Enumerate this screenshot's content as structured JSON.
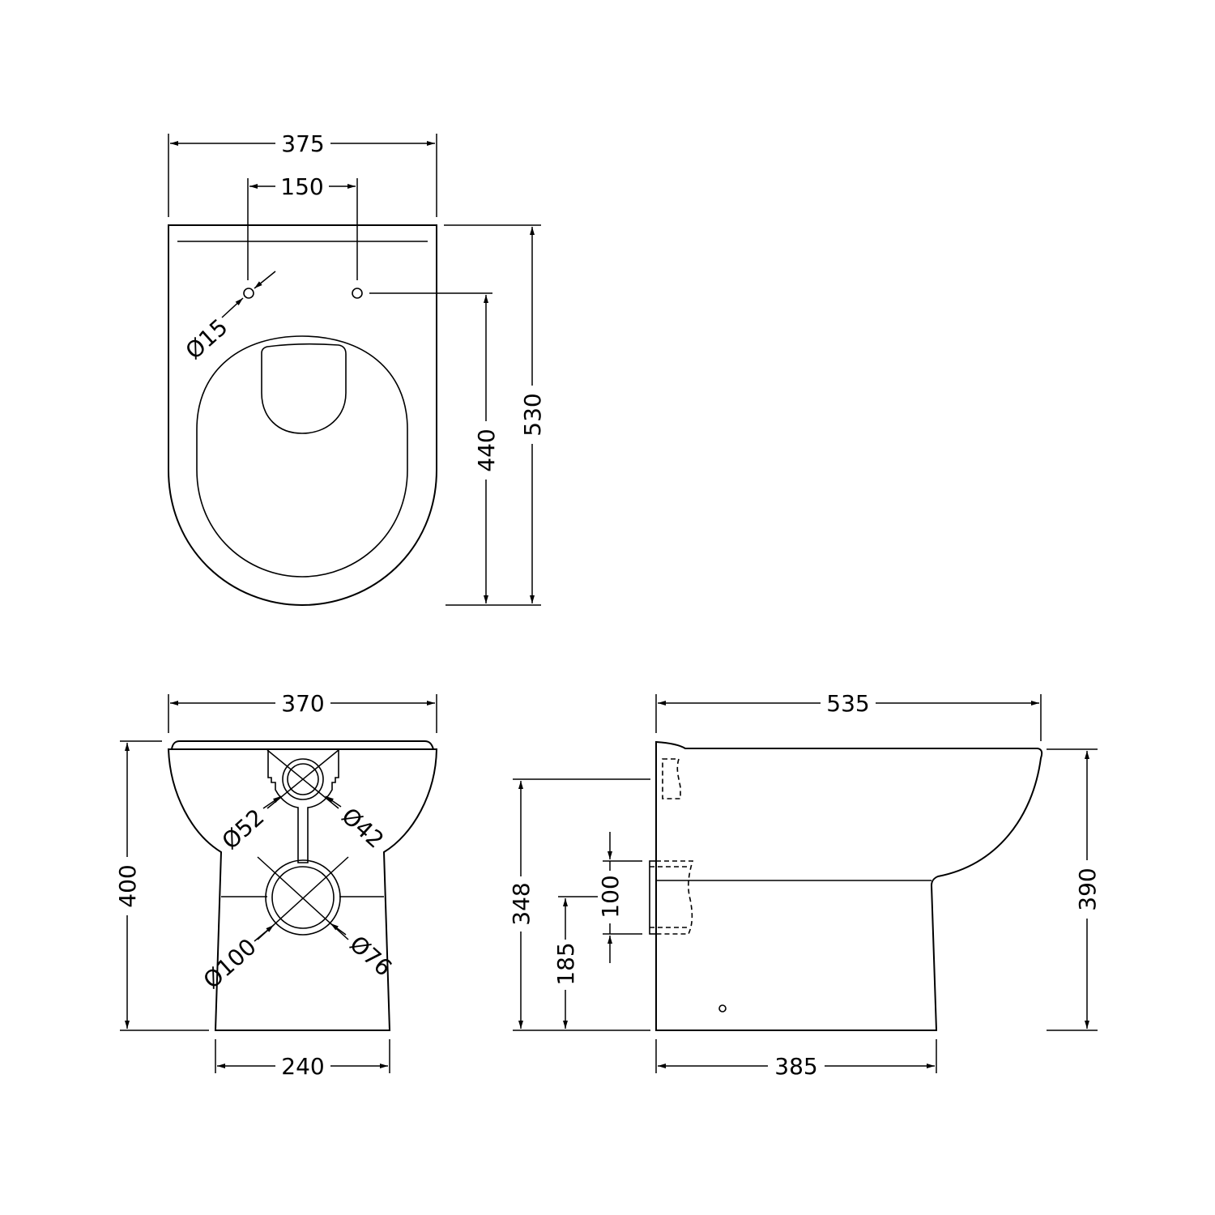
{
  "drawing": {
    "units": "mm",
    "colors": {
      "line": "#000000",
      "background": "#ffffff"
    }
  },
  "top_view": {
    "width_overall": "375",
    "fixing_hole_spacing": "150",
    "fixing_hole_diameter": "Ø15",
    "depth_to_fixing": "440",
    "depth_overall": "530"
  },
  "back_view": {
    "width_top": "370",
    "height_overall": "400",
    "width_base": "240",
    "inlet_outer_diameter": "Ø52",
    "inlet_inner_diameter": "Ø42",
    "outlet_outer_diameter": "Ø100",
    "outlet_inner_diameter": "Ø76"
  },
  "side_view": {
    "length_overall": "535",
    "height_overall": "390",
    "inlet_height": "348",
    "outlet_centre_height": "185",
    "outlet_height": "100",
    "base_length": "385"
  }
}
